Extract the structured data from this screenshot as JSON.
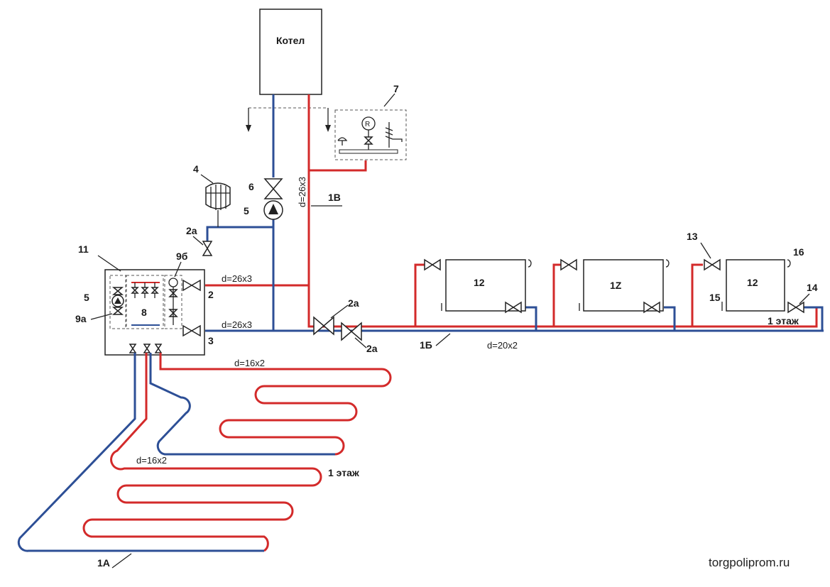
{
  "boiler": {
    "label": "Котел"
  },
  "components": {
    "c4": "4",
    "c6": "6",
    "c5_pump": "5",
    "c2a_upper": "2а",
    "c7": "7",
    "c1v": "1В",
    "c11": "11",
    "c9b": "9б",
    "c5_manifold": "5",
    "c9a": "9а",
    "c8": "8",
    "c2_out": "2",
    "c3_out": "3",
    "c2a_mid_top": "2а",
    "c2a_mid_bottom": "2а",
    "c1b": "1Б",
    "c13": "13",
    "c16": "16",
    "c15": "15",
    "c14": "14",
    "c1a": "1А"
  },
  "pipes": {
    "d_26x3_vertical": "d=26х3",
    "d_26x3_supply": "d=26х3",
    "d_26x3_return": "d=26х3",
    "d_20x2": "d=20х2",
    "d_16x2_upper": "d=16х2",
    "d_16x2_lower": "d=16х2"
  },
  "radiators": [
    "12",
    "1Z",
    "12"
  ],
  "floors": {
    "radiators_floor": "1 этаж",
    "loops_floor": "1 этаж"
  },
  "watermark": "torgpoliprom.ru",
  "colors": {
    "supply": "#d32a2a",
    "return": "#2d4f96"
  }
}
